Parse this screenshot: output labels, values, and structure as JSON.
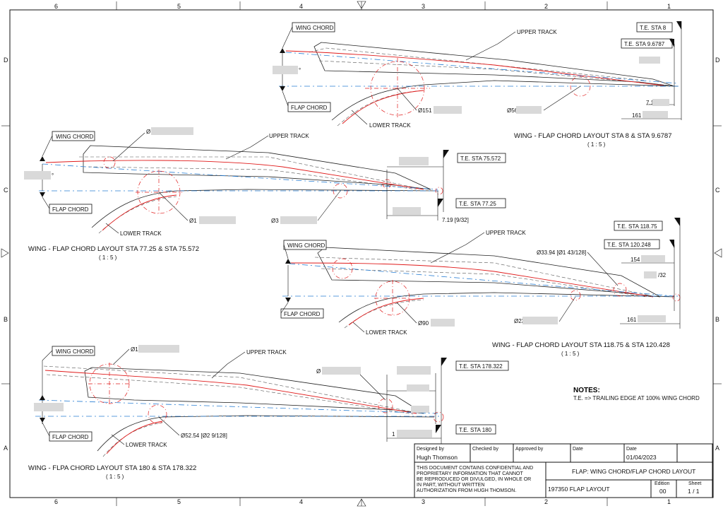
{
  "border": {
    "columns": [
      "6",
      "5",
      "4",
      "3",
      "2",
      "1"
    ],
    "rows": [
      "D",
      "C",
      "B",
      "A"
    ]
  },
  "views": [
    {
      "title": "WING - FLAP CHORD LAYOUT STA 8 & STA 9.6787",
      "scale": "( 1 : 5 )",
      "labels": {
        "wing_chord": "WING CHORD",
        "flap_chord": "FLAP CHORD",
        "upper_track": "UPPER TRACK",
        "lower_track": "LOWER TRACK",
        "te_a": "T.E. STA 8",
        "te_b": "T.E. STA 9.6787"
      },
      "dims": [
        "Ø151",
        "Ø56",
        "7.1",
        "161",
        "°"
      ]
    },
    {
      "title": "WING - FLAP CHORD LAYOUT STA 77.25 & STA 75.572",
      "scale": "( 1 : 5 )",
      "labels": {
        "wing_chord": "WING CHORD",
        "flap_chord": "FLAP CHORD",
        "upper_track": "UPPER TRACK",
        "lower_track": "LOWER TRACK",
        "te_a": "T.E. STA 75.572",
        "te_b": "T.E. STA 77.25"
      },
      "dims": [
        "Ø",
        "Ø1",
        "Ø3",
        "7.19 [9/32]",
        "°"
      ]
    },
    {
      "title": "WING - FLAP CHORD LAYOUT STA 118.75 & STA 120.428",
      "scale": "( 1 : 5 )",
      "labels": {
        "wing_chord": "WING CHORD",
        "flap_chord": "FLAP CHORD",
        "upper_track": "UPPER TRACK",
        "lower_track": "LOWER TRACK",
        "te_a": "T.E. STA 118.75",
        "te_b": "T.E. STA 120.248"
      },
      "dims": [
        "Ø33.94 [Ø1 43/128]",
        "Ø90",
        "Ø23",
        "154",
        "161",
        "/32"
      ]
    },
    {
      "title": "WING - FLPA CHORD LAYOUT STA 180 & STA 178.322",
      "scale": "( 1 : 5 )",
      "labels": {
        "wing_chord": "WING CHORD",
        "flap_chord": "FLAP CHORD",
        "upper_track": "UPPER TRACK",
        "lower_track": "LOWER TRACK",
        "te_a": "T.E. STA 178.322",
        "te_b": "T.E. STA 180"
      },
      "dims": [
        "Ø52.54 [Ø2 9/128]",
        "Ø1",
        "1",
        "Ø"
      ]
    }
  ],
  "notes": {
    "heading": "NOTES:",
    "line": "T.E. => TRAILING EDGE AT 100% WING CHORD"
  },
  "title_block": {
    "designed_by_label": "Designed by",
    "designed_by": "Hugh Thomson",
    "checked_by_label": "Checked by",
    "approved_by_label": "Approved by",
    "date_label": "Date",
    "date2_label": "Date",
    "date": "01/04/2023",
    "confidential": [
      "THIS DOCUMENT CONTAINS CONFIDENTIAL AND",
      "PROPRIETARY INFORMATION THAT CANNOT",
      "BE REPRODUCED OR DIVULGED, IN WHOLE OR",
      "IN PART, WITHOUT WRITTEN",
      "AUTHORIZATION FROM HUGH THOMSON."
    ],
    "title": "FLAP: WING CHORD/FLAP CHORD LAYOUT",
    "drawing_no": "197350 FLAP LAYOUT",
    "edition_label": "Edition",
    "edition": "00",
    "sheet_label": "Sheet",
    "sheet": "1 / 1"
  }
}
